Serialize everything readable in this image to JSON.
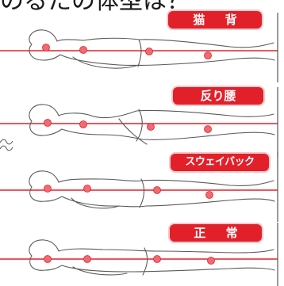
{
  "header": {
    "title": "のるたの体型は？"
  },
  "postures": [
    {
      "label": "猫 背",
      "badge_color": "#e2202a"
    },
    {
      "label": "反り腰",
      "badge_color": "#e2202a"
    },
    {
      "label": "スウェイバック",
      "badge_color": "#e2202a"
    },
    {
      "label": "正 常",
      "badge_color": "#e2202a"
    }
  ],
  "colors": {
    "accent": "#e2202a",
    "dot": "#ef6b73",
    "outline": "#5a5a5a"
  },
  "icons": {
    "wave": "tilde-wave-icon",
    "figure": "lying-body-icon"
  }
}
